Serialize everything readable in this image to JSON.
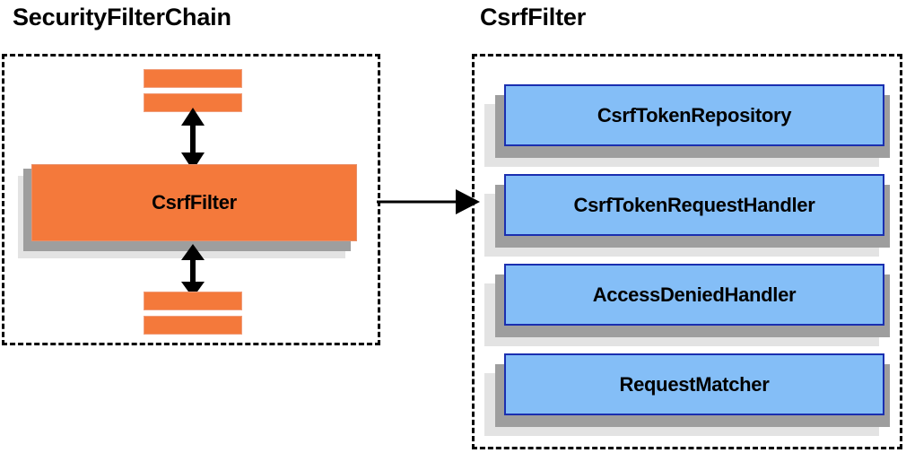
{
  "diagram": {
    "title_left": "SecurityFilterChain",
    "title_right": "CsrfFilter",
    "left_panel": {
      "main_box_label": "CsrfFilter",
      "filter_bars_top": [
        "",
        ""
      ],
      "filter_bars_bottom": [
        "",
        ""
      ]
    },
    "right_panel": {
      "components": [
        {
          "label": "CsrfTokenRepository"
        },
        {
          "label": "CsrfTokenRequestHandler"
        },
        {
          "label": "AccessDeniedHandler"
        },
        {
          "label": "RequestMatcher"
        }
      ]
    },
    "colors": {
      "orange_fill": "#f4793b",
      "orange_border": "#f09e7c",
      "blue_fill": "#84bef7",
      "blue_border": "#1a2fb0",
      "shadow_mid": "#9e9e9e",
      "shadow_back": "#e3e3e3",
      "outline": "#000000"
    }
  }
}
